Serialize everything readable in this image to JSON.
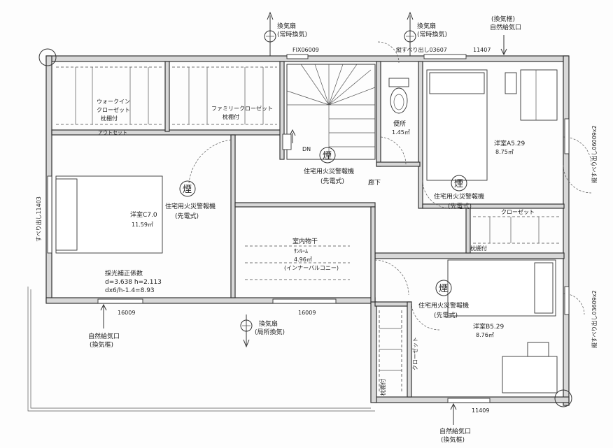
{
  "fans": {
    "top_left": {
      "name": "換気扇",
      "mode": "(常時換気)"
    },
    "top_right": {
      "name": "換気扇",
      "mode": "(常時換気)"
    },
    "bottom": {
      "name": "換気扇",
      "mode": "(局所換気)"
    }
  },
  "vents": {
    "top": {
      "line1": "(換気框)",
      "line2": "自然給気口"
    },
    "bottom_left": {
      "line1": "自然給気口",
      "line2": "(換気框)"
    },
    "bottom_right": {
      "line1": "自然給気口",
      "line2": "(換気框)"
    }
  },
  "windows": {
    "fix": "FIX06009",
    "slide_top": "縦すべり出し03607",
    "top_right": "11407",
    "right_upper": "縦すべり出し06009x2",
    "right_lower": "縦すべり出し03609x2",
    "left": "すべり出し11403",
    "bottom_left": "16009",
    "bottom_mid": "16009",
    "bottom_right": "11409"
  },
  "rooms": {
    "walkin": {
      "l1": "ウォークイン",
      "l2": "クローゼット",
      "l3": "枕棚付"
    },
    "family_closet": {
      "l1": "ファミリークローゼット",
      "l2": "枕棚付"
    },
    "outset": "アウトセット",
    "western_c": {
      "name": "洋室C7.0",
      "area": "11.59㎡"
    },
    "toilet": {
      "name": "便所",
      "area": "1.45㎡"
    },
    "western_a": {
      "name": "洋室A5.29",
      "area": "8.75㎡"
    },
    "corridor": "廊下",
    "dn": "DN",
    "closet_a": "クローゼット",
    "shelf_a": "枕棚付",
    "indoor_laundry": {
      "l1": "室内物干",
      "l2": "ｻﾝﾙｰﾑ",
      "l3": "4.96㎡",
      "l4": "(インナーバルコニー)"
    },
    "western_b": {
      "name": "洋室B5.29",
      "area": "8.76㎡"
    },
    "closet_b": "クローゼット",
    "shelf_b": "枕棚付"
  },
  "alarms": {
    "symbol": "煙",
    "stair": {
      "l1": "住宅用火災警報機",
      "l2": "(先電式)"
    },
    "western_c": {
      "l1": "住宅用火災警報機",
      "l2": "(先電式)"
    },
    "western_a": {
      "l1": "住宅用火災警報機",
      "l2": "(先電式)"
    },
    "western_b": {
      "l1": "住宅用火災警報機",
      "l2": "(先電式)"
    }
  },
  "lighting": {
    "title": "採光補正係数",
    "l1": "d=3.638 h=2.113",
    "l2": "dx6/h-1.4=8.93"
  }
}
